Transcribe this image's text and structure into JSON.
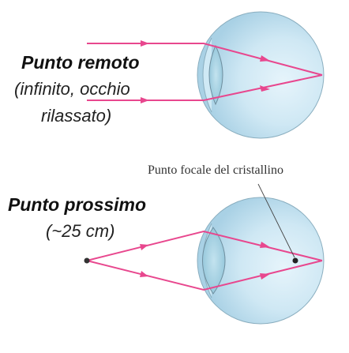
{
  "top_panel": {
    "title": "Punto remoto",
    "subtitle_line1": "(infinito, occhio",
    "subtitle_line2": "rilassato)"
  },
  "bottom_panel": {
    "title": "Punto prossimo",
    "subtitle": "(~25 cm)"
  },
  "focal_label": "Punto focale del cristallino",
  "colors": {
    "ray": "#e8478e",
    "eye_light": "#e6f4fb",
    "eye_dark": "#b6d9ea",
    "eye_outline": "#7a9aab",
    "lens_fill": "#a8d3e3",
    "lens_outline": "#6f8f9f",
    "point": "#333333"
  }
}
